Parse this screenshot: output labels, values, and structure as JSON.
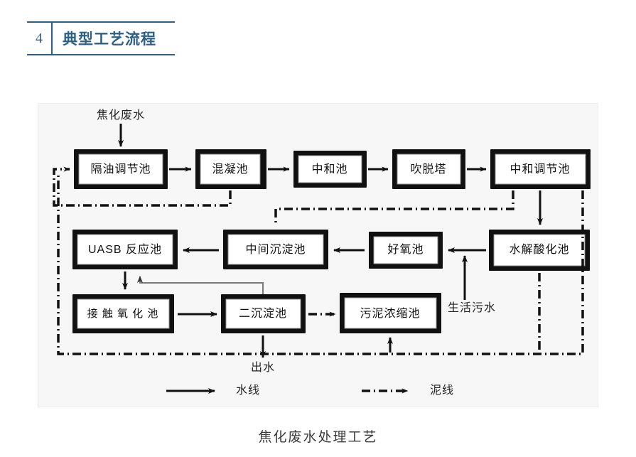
{
  "header": {
    "number": "4",
    "title": "典型工艺流程"
  },
  "caption": "焦化废水处理工艺",
  "diagram": {
    "inputs": {
      "influent": "焦化废水",
      "domestic_sewage": "生活污水"
    },
    "outputs": {
      "effluent": "出水"
    },
    "boxes": [
      {
        "id": "oil-separation",
        "label": "隔油调节池"
      },
      {
        "id": "coagulation",
        "label": "混凝池"
      },
      {
        "id": "neutralization",
        "label": "中和池"
      },
      {
        "id": "stripping-tower",
        "label": "吹脱塔"
      },
      {
        "id": "neutralization-regulation",
        "label": "中和调节池"
      },
      {
        "id": "uasb-reactor",
        "label": "UASB 反应池"
      },
      {
        "id": "intermediate-sedimentation",
        "label": "中间沉淀池"
      },
      {
        "id": "aerobic",
        "label": "好氧池"
      },
      {
        "id": "hydrolysis-acidification",
        "label": "水解酸化池"
      },
      {
        "id": "contact-oxidation",
        "label": "接 触 氧 化 池"
      },
      {
        "id": "secondary-sedimentation",
        "label": "二沉淀池"
      },
      {
        "id": "sludge-thickening",
        "label": "污泥浓缩池"
      }
    ],
    "legend": [
      {
        "id": "water-line",
        "label": "水线",
        "style": "solid"
      },
      {
        "id": "sludge-line",
        "label": "泥线",
        "style": "dash-dot"
      }
    ]
  },
  "chart_data": {
    "type": "diagram",
    "title": "焦化废水处理工艺",
    "nodes": [
      "隔油调节池",
      "混凝池",
      "中和池",
      "吹脱塔",
      "中和调节池",
      "水解酸化池",
      "好氧池",
      "中间沉淀池",
      "UASB 反应池",
      "接 触 氧 化 池",
      "二沉淀池",
      "污泥浓缩池"
    ],
    "edges": [
      {
        "from": "焦化废水",
        "to": "隔油调节池",
        "type": "water"
      },
      {
        "from": "隔油调节池",
        "to": "混凝池",
        "type": "water"
      },
      {
        "from": "混凝池",
        "to": "中和池",
        "type": "water"
      },
      {
        "from": "中和池",
        "to": "吹脱塔",
        "type": "water"
      },
      {
        "from": "吹脱塔",
        "to": "中和调节池",
        "type": "water"
      },
      {
        "from": "中和调节池",
        "to": "水解酸化池",
        "type": "water"
      },
      {
        "from": "水解酸化池",
        "to": "好氧池",
        "type": "water"
      },
      {
        "from": "生活污水",
        "to": "好氧池",
        "type": "water"
      },
      {
        "from": "好氧池",
        "to": "中间沉淀池",
        "type": "water"
      },
      {
        "from": "中间沉淀池",
        "to": "UASB 反应池",
        "type": "water"
      },
      {
        "from": "UASB 反应池",
        "to": "接 触 氧 化 池",
        "type": "water"
      },
      {
        "from": "接 触 氧 化 池",
        "to": "二沉淀池",
        "type": "water"
      },
      {
        "from": "二沉淀池",
        "to": "出水",
        "type": "water"
      },
      {
        "from": "二沉淀池",
        "to": "UASB 反应池",
        "type": "recycle"
      },
      {
        "from": "二沉淀池",
        "to": "污泥浓缩池",
        "type": "sludge"
      },
      {
        "from": "混凝池",
        "to": "隔油调节池",
        "type": "sludge"
      },
      {
        "from": "中间沉淀池",
        "to": "污泥浓缩池",
        "type": "sludge"
      },
      {
        "from": "水解酸化池",
        "to": "污泥浓缩池",
        "type": "sludge"
      }
    ]
  }
}
